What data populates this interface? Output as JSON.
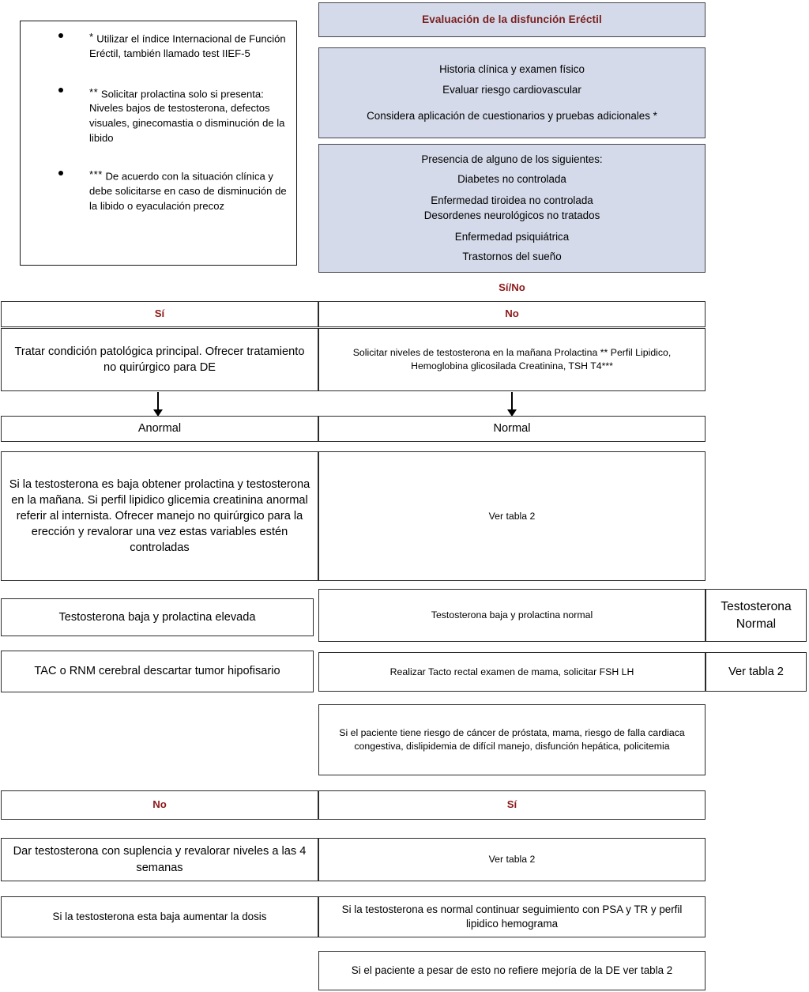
{
  "diagram": {
    "title": "Evaluación de la disfunción Eréctil",
    "language": "es",
    "accent_color": "#7b1f1f",
    "box_fill_highlight": "#d4dae9",
    "border_color": "#2b2b2b"
  },
  "notes": {
    "items": [
      {
        "marker": "*",
        "text": "Utilizar el índice Internacional de Función Eréctil, también llamado test IIEF-5"
      },
      {
        "marker": "**",
        "text": "Solicitar prolactina solo si presenta: Niveles bajos de testosterona, defectos visuales, ginecomastia o disminución de la libido"
      },
      {
        "marker": "***",
        "text": "De acuerdo con la situación clínica y debe solicitarse en caso de disminución de la libido o eyaculación precoz"
      }
    ]
  },
  "flow": {
    "header": {
      "title": "Evaluación de la disfunción Eréctil"
    },
    "assessment": {
      "line1": "Historia clínica y examen físico",
      "line2": "Evaluar riesgo cardiovascular",
      "line3": "Considera aplicación de cuestionarios y pruebas adicionales *"
    },
    "conditions": {
      "intro": "Presencia de alguno de los siguientes:",
      "list": [
        "Diabetes no controlada",
        "Enfermedad tiroidea no controlada",
        "Desordenes neurológicos no tratados",
        "Enfermedad psiquiátrica",
        "Trastornos del sueño"
      ]
    },
    "decision_label": "Sí/No",
    "branch_yes": "Sí",
    "branch_no": "No",
    "treat_condition": "Tratar condición patológica principal. Ofrecer tratamiento no quirúrgico para DE",
    "labs_order": "Solicitar niveles de testosterona en la mañana  Prolactina ** Perfil Lipidico, Hemoglobina glicosilada Creatinina, TSH T4***",
    "result_abnormal": "Anormal",
    "result_normal": "Normal",
    "abnormal_plan": "Si la testosterona es baja obtener prolactina y testosterona en la mañana. Si perfil lipidico glicemia creatinina anormal referir al internista. Ofrecer manejo no quirúrgico para la erección y revalorar una vez estas variables estén controladas",
    "see_table_2_a": "Ver tabla 2",
    "testo_low_prl_high": "Testosterona baja y prolactina elevada",
    "testo_low_prl_normal": "Testosterona baja y prolactina normal",
    "testo_normal": "Testosterona Normal",
    "imaging": "TAC o RNM cerebral descartar tumor hipofisario",
    "exam_fsh_lh": "Realizar Tacto rectal examen de mama, solicitar FSH LH",
    "see_table_2_b": "Ver tabla 2",
    "risk_box": "Si el paciente tiene riesgo de cáncer de próstata, mama, riesgo de falla cardiaca congestiva, dislipidemia de difícil manejo, disfunción hepática, policitemia",
    "risk_no": "No",
    "risk_yes": "Sí",
    "give_testosterone": "Dar testosterona con suplencia y revalorar niveles a las 4 semanas",
    "see_table_2_c": "Ver tabla 2",
    "increase_dose": "Si la testosterona esta baja aumentar la dosis",
    "followup": "Si la testosterona es normal continuar seguimiento con PSA y TR y perfil lipidico hemograma",
    "no_improvement": "Si el paciente a pesar de esto no refiere mejoría de la DE ver tabla 2"
  }
}
